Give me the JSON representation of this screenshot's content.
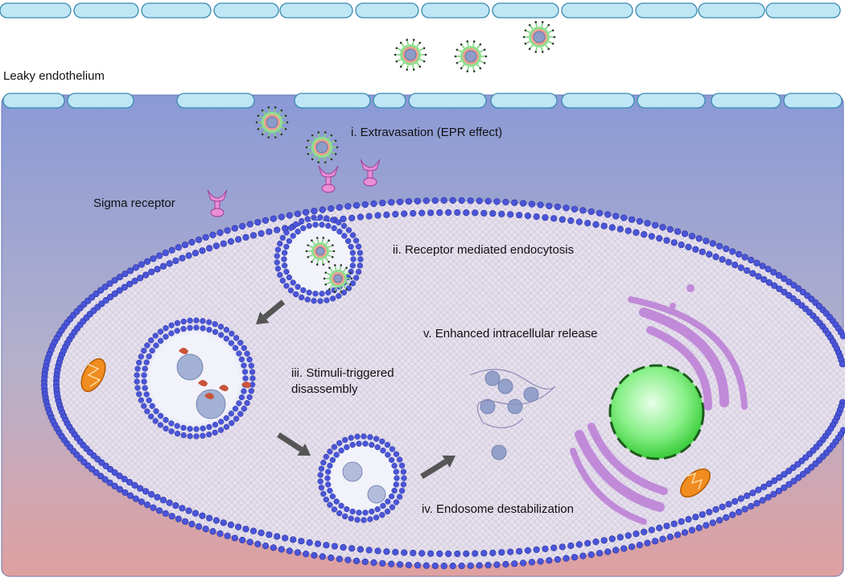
{
  "labels": {
    "leaky_endothelium": "Leaky endothelium",
    "sigma_receptor": "Sigma receptor",
    "step1": "i. Extravasation (EPR effect)",
    "step2": "ii. Receptor mediated endocytosis",
    "step3_line1": "iii. Stimuli-triggered",
    "step3_line2": "disassembly",
    "step4": "iv. Endosome destabilization",
    "step5": "v. Enhanced  intracellular release"
  },
  "colors": {
    "tissue_top": "#8a9ad6",
    "tissue_bottom": "#e0a0a0",
    "endothelial_cell": "#bfe6f5",
    "lipid_head": "#4a55d8",
    "receptor": "#e98fd6",
    "nanoparticle_shell": "#7fd07f",
    "nanoparticle_core": "#8c9cc8",
    "nucleus": "#66ee66",
    "golgi": "#c08ad8",
    "mitochondria": "#f08c20",
    "arrow": "#555555"
  },
  "icons": {
    "nanoparticle": "nanoparticle-icon",
    "receptor": "sigma-receptor-icon",
    "nucleus": "nucleus-icon",
    "mitochondria": "mitochondria-icon",
    "golgi": "golgi-apparatus-icon"
  }
}
